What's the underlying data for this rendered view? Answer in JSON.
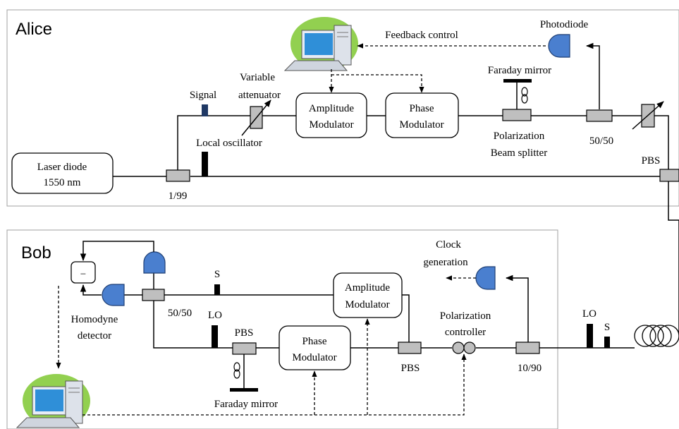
{
  "alice": {
    "title": "Alice",
    "laser_line1": "Laser diode",
    "laser_line2": "1550 nm",
    "coupler_1_99": "1/99",
    "signal": "Signal",
    "local_oscillator": "Local oscillator",
    "var_att_line1": "Variable",
    "var_att_line2": "attenuator",
    "amp_mod_line1": "Amplitude",
    "amp_mod_line2": "Modulator",
    "phase_mod_line1": "Phase",
    "phase_mod_line2": "Modulator",
    "faraday_mirror": "Faraday mirror",
    "pbs_line1": "Polarization",
    "pbs_line2": "Beam splitter",
    "feedback": "Feedback control",
    "photodiode": "Photodiode",
    "coupler_50_50": "50/50",
    "pbs": "PBS"
  },
  "bob": {
    "title": "Bob",
    "hom_line1": "Homodyne",
    "hom_line2": "detector",
    "minus": "−",
    "coupler_50_50": "50/50",
    "s_label": "S",
    "lo_label": "LO",
    "pbs_left": "PBS",
    "faraday_mirror": "Faraday mirror",
    "phase_mod_line1": "Phase",
    "phase_mod_line2": "Modulator",
    "amp_mod_line1": "Amplitude",
    "amp_mod_line2": "Modulator",
    "pbs_right": "PBS",
    "pol_ctrl_line1": "Polarization",
    "pol_ctrl_line2": "controller",
    "clock_line1": "Clock",
    "clock_line2": "generation",
    "coupler_10_90": "10/90",
    "channel_lo": "LO",
    "channel_s": "S"
  }
}
